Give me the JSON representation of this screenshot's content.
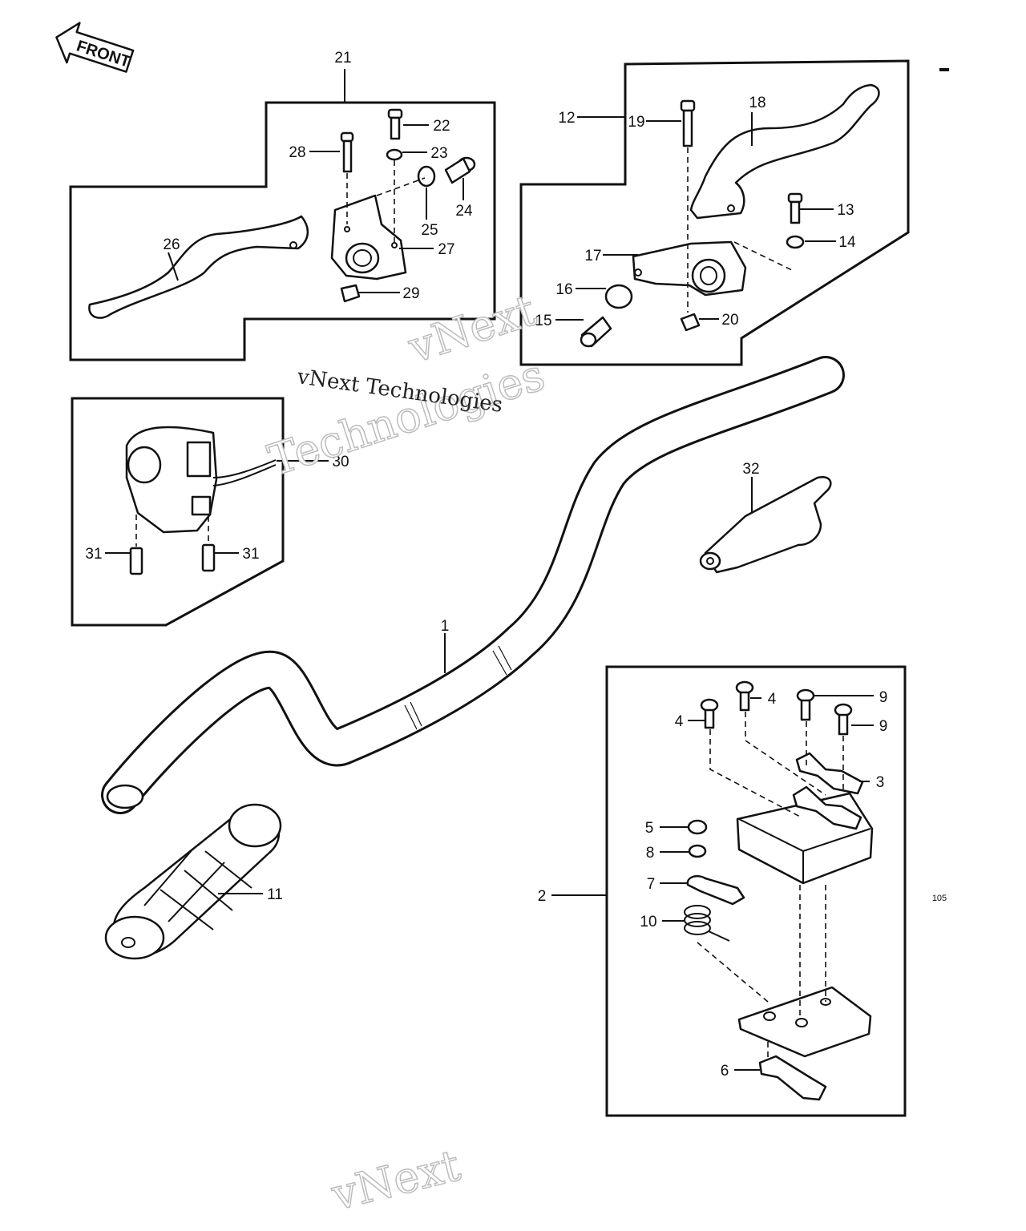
{
  "front_badge": "FRONT",
  "page_code": "105",
  "watermarks": [
    "vNext",
    "Technologies",
    "vNext Technologies"
  ],
  "callouts": [
    "1",
    "2",
    "3",
    "4",
    "4",
    "5",
    "6",
    "7",
    "8",
    "9",
    "9",
    "10",
    "11",
    "12",
    "13",
    "14",
    "15",
    "16",
    "17",
    "18",
    "19",
    "20",
    "21",
    "22",
    "23",
    "24",
    "25",
    "26",
    "27",
    "28",
    "29",
    "30",
    "31",
    "31",
    "32"
  ]
}
